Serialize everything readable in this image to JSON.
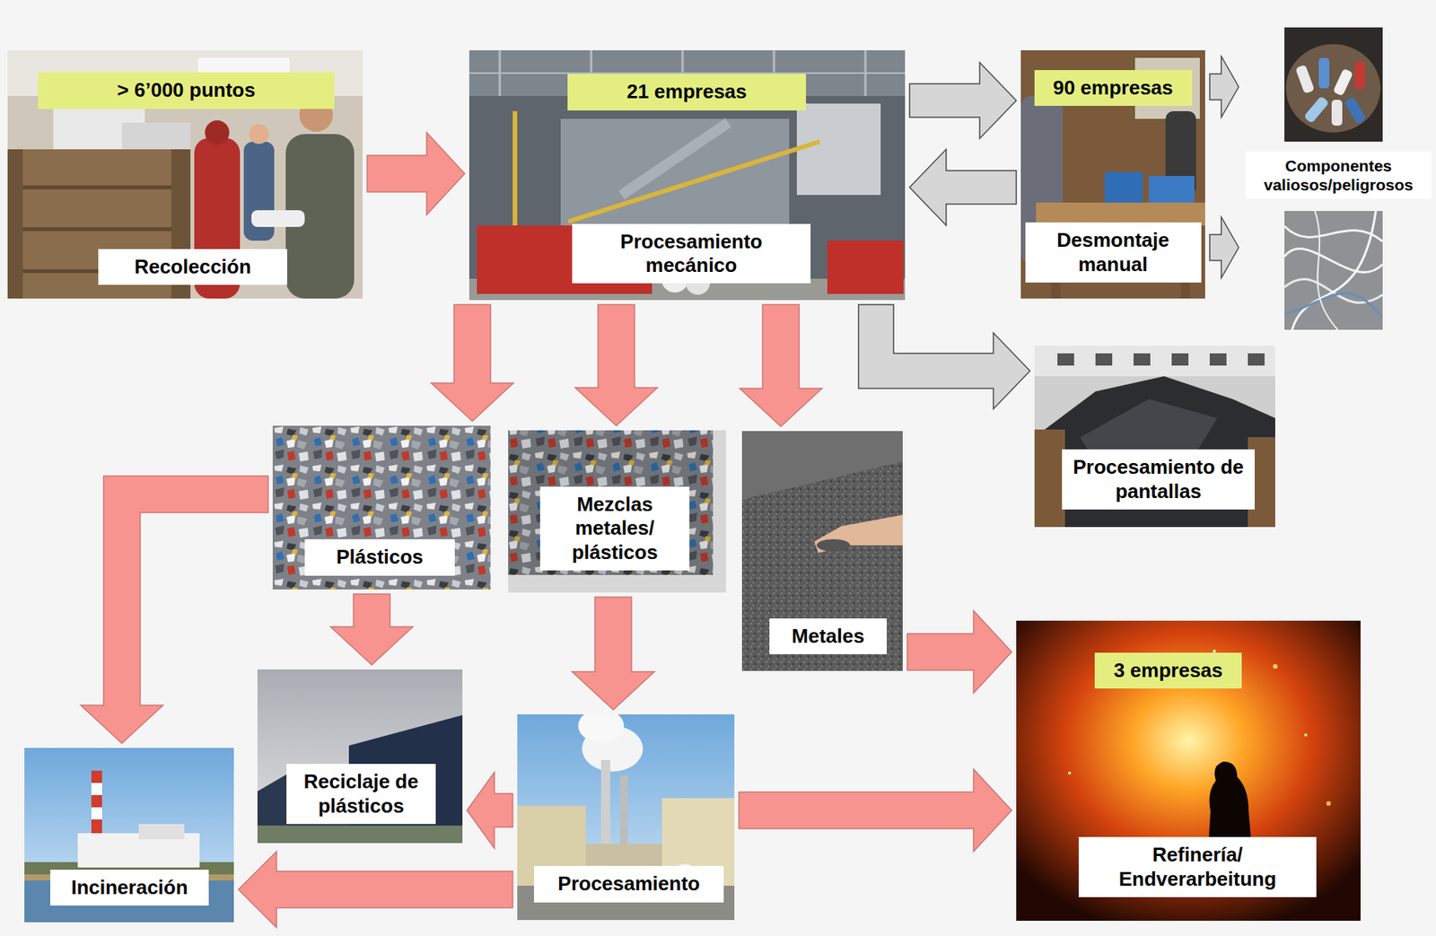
{
  "diagram": {
    "nodes": [
      {
        "text": [
          "> 6’000 puntos",
          "Recolección"
        ]
      },
      {
        "text": [
          "21 empresas",
          "Procesamiento mecánico"
        ]
      },
      {
        "text": [
          "90 empresas",
          "Desmontaje manual"
        ]
      },
      {
        "text": [
          "Componentes valiosos/peligrosos"
        ]
      },
      {
        "text": [
          "Procesamiento de pantallas"
        ]
      },
      {
        "text": [
          "Plásticos"
        ]
      },
      {
        "text": [
          "Mezclas metales/ plásticos"
        ]
      },
      {
        "text": [
          "Metales"
        ]
      },
      {
        "text": [
          "Incineración"
        ]
      },
      {
        "text": [
          "Reciclaje de plásticos"
        ]
      },
      {
        "text": [
          "Procesamiento"
        ]
      },
      {
        "text": [
          "3 empresas",
          "Refinería/ Endverarbeitung"
        ]
      }
    ],
    "edges": [
      {
        "from": 0,
        "to": 1,
        "arrow": "to"
      },
      {
        "from": 1,
        "to": 2,
        "arrow": "to"
      },
      {
        "from": 2,
        "to": 1,
        "arrow": "to"
      },
      {
        "from": 2,
        "to": 3,
        "arrow": "to"
      },
      {
        "from": 2,
        "to": 3,
        "arrow": "to"
      },
      {
        "from": 1,
        "to": 4,
        "arrow": "to"
      },
      {
        "from": 1,
        "to": 5,
        "arrow": "to"
      },
      {
        "from": 1,
        "to": 6,
        "arrow": "to"
      },
      {
        "from": 1,
        "to": 7,
        "arrow": "to"
      },
      {
        "from": 5,
        "to": 8,
        "arrow": "to"
      },
      {
        "from": 5,
        "to": 9,
        "arrow": "to"
      },
      {
        "from": 6,
        "to": 10,
        "arrow": "to"
      },
      {
        "from": 7,
        "to": 11,
        "arrow": "to"
      },
      {
        "from": 10,
        "to": 9,
        "arrow": "to"
      },
      {
        "from": 10,
        "to": 8,
        "arrow": "to"
      },
      {
        "from": 10,
        "to": 11,
        "arrow": "to"
      }
    ]
  }
}
